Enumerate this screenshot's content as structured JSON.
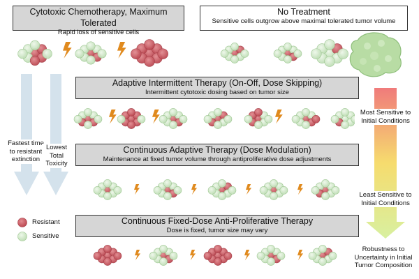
{
  "panels": {
    "cytotoxic": {
      "title": "Cytotoxic Chemotherapy, Maximum Tolerated",
      "subtitle": "Rapid loss of sensitive cells"
    },
    "no_treatment": {
      "title": "No Treatment",
      "subtitle": "Sensitive cells outgrow above maximal tolerated tumor volume"
    },
    "intermittent": {
      "title": "Adaptive Intermittent Therapy (On-Off, Dose Skipping)",
      "subtitle": "Intermittent cytotoxic dosing based on tumor size"
    },
    "continuous": {
      "title": "Continuous Adaptive Therapy (Dose Modulation)",
      "subtitle": "Maintenance at fixed tumor volume through antiproliferative dose adjustments"
    },
    "fixed_dose": {
      "title": "Continuous Fixed-Dose Anti-Proliferative Therapy",
      "subtitle": "Dose is fixed, tumor size may vary"
    }
  },
  "left_arrows": {
    "extinction": "Fastest time to resistant extinction",
    "toxicity": "Lowest Total Toxicity"
  },
  "right_arrow": {
    "top": "Most Sensitive to Initial Conditions",
    "bottom": "Least Sensitive to Initial Conditions",
    "caption": "Robustness to Uncertainty in Initial Tumor Composition"
  },
  "legend": {
    "resistant": "Resistant",
    "sensitive": "Sensitive"
  },
  "colors": {
    "resistant": "#c9545d",
    "sensitive": "#cfe6c8",
    "lightning": "#e08a1e",
    "box_gray": "#d6d6d6",
    "arrow_blue": "#d4e2ec",
    "gradient_top": "#f07b7b",
    "gradient_mid": "#f6dc6e",
    "gradient_bottom": "#d8f0a0"
  }
}
